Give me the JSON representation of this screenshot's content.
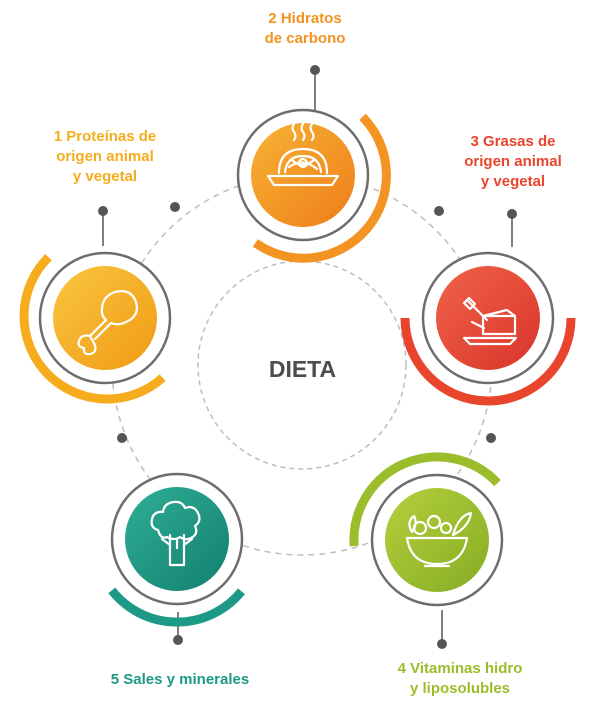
{
  "center": {
    "title": "DIETA"
  },
  "nodes": [
    {
      "id": "carbs",
      "label": "2 Hidratos\nde carbono",
      "color": "#f39321",
      "icon": "pasta-plate-icon"
    },
    {
      "id": "fats",
      "label": "3 Grasas de\norigen animal\ny vegetal",
      "color": "#e8452c",
      "icon": "butter-icon"
    },
    {
      "id": "vitamins",
      "label": "4 Vitaminas hidro\ny liposolubles",
      "color": "#9bbd2c",
      "icon": "salad-bowl-icon"
    },
    {
      "id": "minerals",
      "label": "5 Sales y minerales",
      "color": "#1d9a86",
      "icon": "broccoli-icon"
    },
    {
      "id": "proteins",
      "label": "1 Proteínas de\norigen animal\ny vegetal",
      "color": "#f5ad1d",
      "icon": "chicken-leg-icon"
    }
  ],
  "colors": {
    "text": "#4d4d4d",
    "ring": "#6d6d6d",
    "dashed": "#bdbdbd"
  }
}
